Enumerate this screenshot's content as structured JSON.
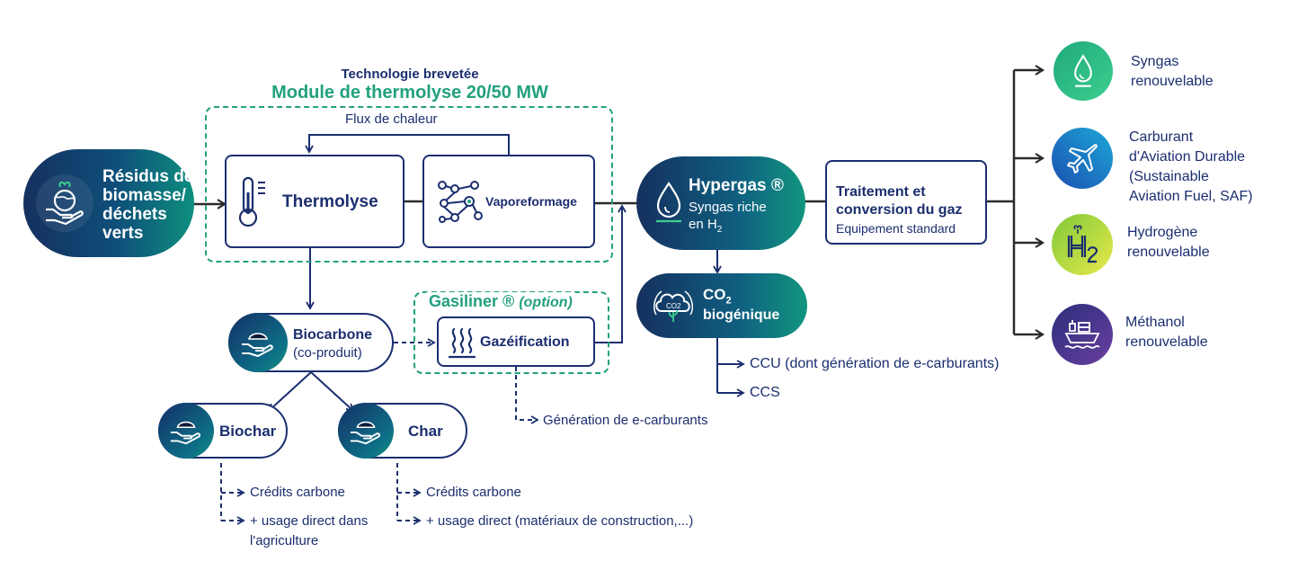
{
  "colors": {
    "navy": "#1b2e6f",
    "teal": "#22a07f",
    "grad_dark": "#15305f",
    "grad_light": "#10927f"
  },
  "header": {
    "patent": "Technologie brevetée",
    "module": "Module de thermolyse 20/50 MW"
  },
  "heat_flux": "Flux de chaleur",
  "input": {
    "line1": "Résidus de",
    "line2": "biomasse/",
    "line3": "déchets",
    "line4": "verts"
  },
  "thermolyse": "Thermolyse",
  "vapo": "Vaporeformage",
  "hypergas": {
    "title": "Hypergas ®",
    "sub1": "Syngas riche",
    "sub2": "en H",
    "sub2_sub": "2"
  },
  "treatment": {
    "line1": "Traitement et",
    "line2": "conversion du gaz",
    "sub": "Equipement standard"
  },
  "co2": {
    "title": "CO",
    "title_sub": "2",
    "sub": "biogénique"
  },
  "co2_uses": [
    "CCU (dont génération de e-carburants)",
    "CCS"
  ],
  "biocarbone": {
    "title": "Biocarbone",
    "sub": "(co-produit)"
  },
  "gasiliner": {
    "title": "Gasiliner ®",
    "option": "(option)",
    "box": "Gazéification"
  },
  "gasif_output": "Génération de e-carburants",
  "biochar": {
    "title": "Biochar",
    "uses": [
      "Crédits carbone",
      "+ usage direct dans",
      "l'agriculture"
    ]
  },
  "char": {
    "title": "Char",
    "uses": [
      "Crédits carbone",
      "+ usage direct (matériaux de construction,...)"
    ]
  },
  "outputs": [
    {
      "lines": [
        "Syngas",
        "renouvelable"
      ],
      "icon": "flame-icon",
      "color_a": "#1fa97b",
      "color_b": "#3ccf8e"
    },
    {
      "lines": [
        "Carburant",
        "d'Aviation Durable",
        "(Sustainable",
        "Aviation Fuel, SAF)"
      ],
      "icon": "plane-icon",
      "color_a": "#1a4fb0",
      "color_b": "#1ea7d8"
    },
    {
      "lines": [
        "Hydrogène",
        "renouvelable"
      ],
      "icon": "h2-icon",
      "color_a": "#7fc93a",
      "color_b": "#e8e94a"
    },
    {
      "lines": [
        "Méthanol",
        "renouvelable"
      ],
      "icon": "ship-icon",
      "color_a": "#2a2e7a",
      "color_b": "#6a3fa0"
    }
  ]
}
